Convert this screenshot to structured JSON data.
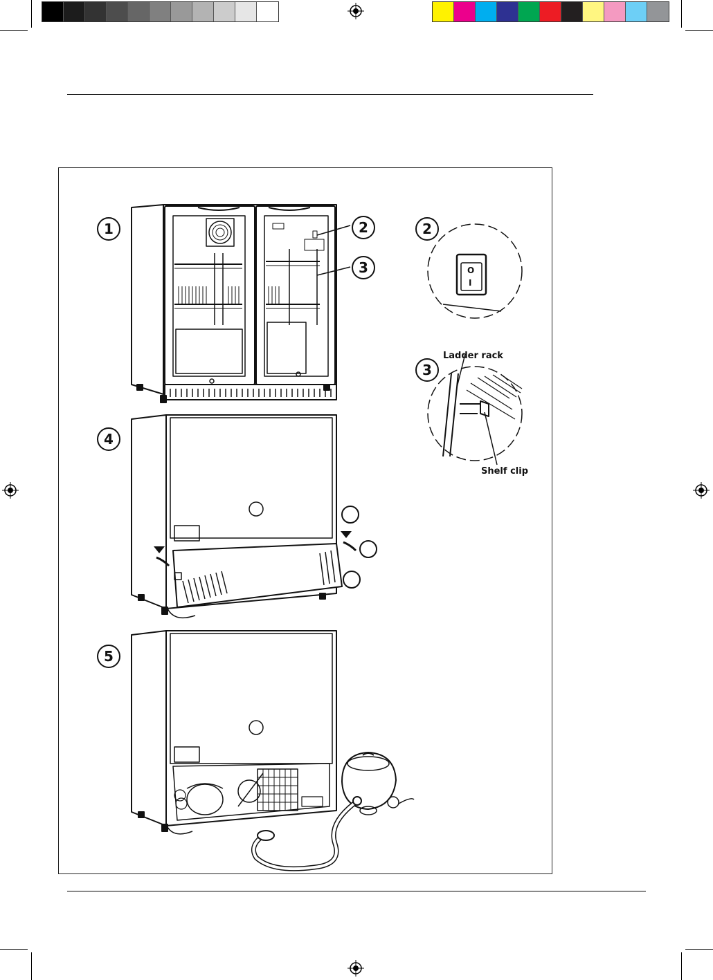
{
  "color_bars": {
    "grayscale": [
      "#000000",
      "#1c1c1c",
      "#333333",
      "#4d4d4d",
      "#666666",
      "#808080",
      "#999999",
      "#b3b3b3",
      "#cccccc",
      "#e6e6e6",
      "#ffffff"
    ],
    "process": [
      "#fff200",
      "#ec008c",
      "#00aeef",
      "#2e3192",
      "#00a651",
      "#ed1c24",
      "#231f20",
      "#fff681",
      "#f49ac1",
      "#6dcff6",
      "#939598"
    ]
  },
  "steps": [
    {
      "number": "1",
      "label": "1"
    },
    {
      "number": "2",
      "label": "2"
    },
    {
      "number": "3",
      "label": "3"
    },
    {
      "number": "2",
      "label": "2"
    },
    {
      "number": "3",
      "label": "3"
    },
    {
      "number": "4",
      "label": "4"
    },
    {
      "number": "5",
      "label": "5"
    }
  ],
  "callouts": {
    "ladder_rack": "Ladder rack",
    "shelf_clip": "Shelf clip"
  },
  "switch_symbols": {
    "off": "O",
    "on": "I"
  }
}
